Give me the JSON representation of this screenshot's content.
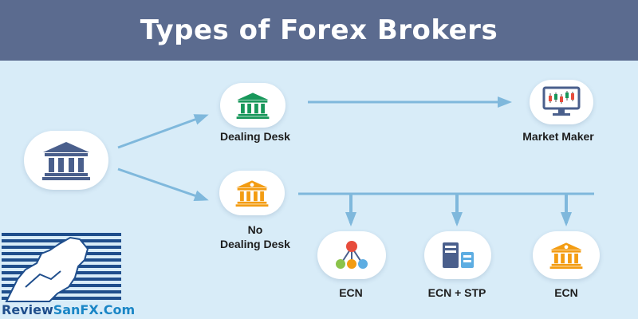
{
  "title": "Types of Forex Brokers",
  "nodes": {
    "dealing_desk": "Dealing Desk",
    "market_maker": "Market Maker",
    "no_dealing_line1": "No",
    "no_dealing_line2": "Dealing Desk",
    "ecn_left": "ECN",
    "ecn_stp": "ECN + STP",
    "ecn_right": "ECN"
  },
  "logo": {
    "part1": "Review",
    "part2": "SanFX.Com"
  },
  "colors": {
    "header_bg": "#5b6b8f",
    "background": "#d8ecf8",
    "arrow": "#7fb8dc",
    "bank_blue": "#4a5f8c",
    "bank_green": "#17975a",
    "bank_orange": "#f39c12"
  },
  "icons": [
    "bank-icon",
    "chart-monitor-icon",
    "network-icon",
    "server-icon"
  ]
}
